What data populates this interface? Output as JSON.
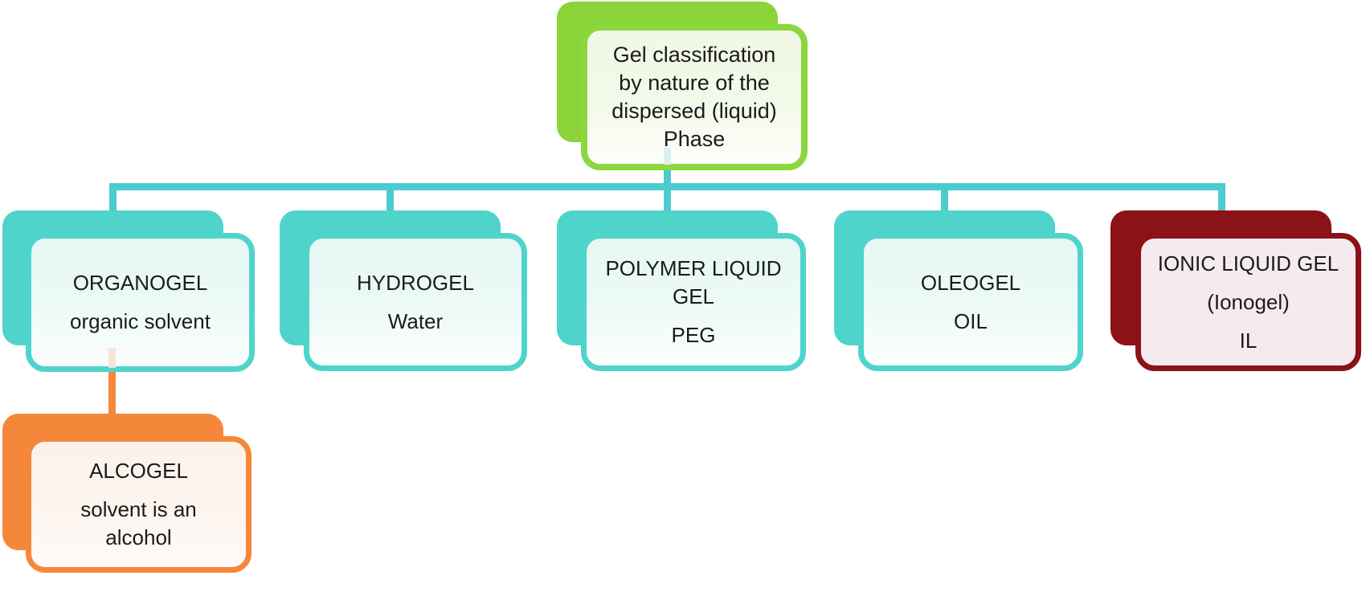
{
  "figure": {
    "description_root_label": "Gel classification by nature of the dispersed (liquid) Phase"
  },
  "nodes": {
    "root": {
      "theme": "green",
      "lines": [
        "Gel classification",
        "by nature of the",
        "dispersed (liquid)",
        "Phase"
      ]
    },
    "organogel": {
      "theme": "teal",
      "lines": [
        "ORGANOGEL",
        "organic solvent"
      ]
    },
    "hydrogel": {
      "theme": "teal",
      "lines": [
        "HYDROGEL",
        "Water"
      ]
    },
    "polymer_liquid_gel": {
      "theme": "teal",
      "lines": [
        "POLYMER LIQUID",
        "GEL",
        "PEG"
      ]
    },
    "oleogel": {
      "theme": "teal",
      "lines": [
        "OLEOGEL",
        "OIL"
      ]
    },
    "ionic_liquid_gel": {
      "theme": "maroon",
      "lines": [
        "IONIC LIQUID GEL",
        "(Ionogel)",
        "IL"
      ]
    },
    "alcogel": {
      "theme": "orange",
      "lines": [
        "ALCOGEL",
        "solvent is an",
        "alcohol"
      ]
    }
  },
  "edges": [
    {
      "from": "root",
      "to": "organogel"
    },
    {
      "from": "root",
      "to": "hydrogel"
    },
    {
      "from": "root",
      "to": "polymer_liquid_gel"
    },
    {
      "from": "root",
      "to": "oleogel"
    },
    {
      "from": "root",
      "to": "ionic_liquid_gel"
    },
    {
      "from": "organogel",
      "to": "alcogel"
    }
  ],
  "colors": {
    "root_green": "#8ad339",
    "branch_teal": "#4fd4cc",
    "connector_teal": "#4bccd1",
    "ionic_maroon": "#8b1216",
    "alcogel_orange": "#f5873b",
    "text": "#1b1b1b",
    "background": "#ffffff"
  }
}
